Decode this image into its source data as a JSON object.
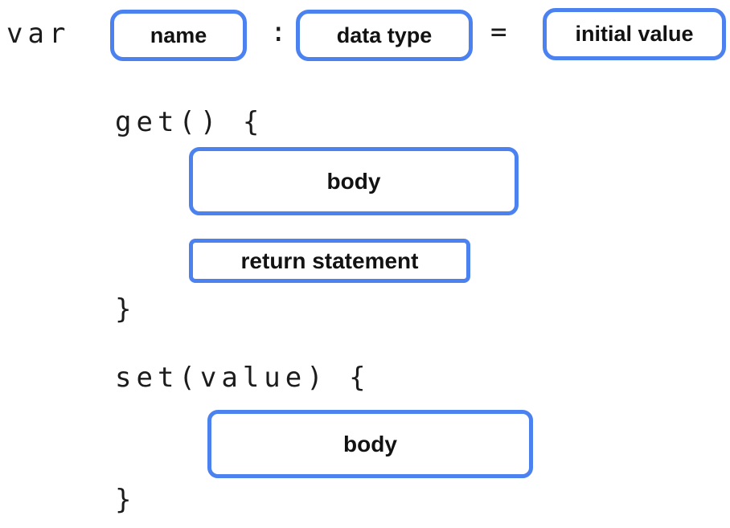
{
  "colors": {
    "accent_blue": "#4b82f0",
    "code_text": "#1c1c1c",
    "label_text": "#121212",
    "background": "#ffffff"
  },
  "declaration": {
    "keyword": "var",
    "name_placeholder": "name",
    "colon": ":",
    "data_type_placeholder": "data type",
    "equals": "=",
    "initial_value_placeholder": "initial value"
  },
  "getter": {
    "open": "get() {",
    "body_placeholder": "body",
    "return_placeholder": "return statement",
    "close": "}"
  },
  "setter": {
    "open": "set(value) {",
    "body_placeholder": "body",
    "close": "}"
  }
}
